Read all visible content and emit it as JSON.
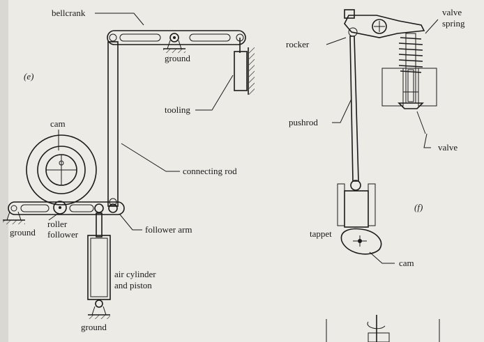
{
  "labels": {
    "bellcrank": "bellcrank",
    "ground_top": "ground",
    "e": "(e)",
    "tooling": "tooling",
    "cam_left": "cam",
    "connecting_rod": "connecting rod",
    "ground_left": "ground",
    "roller": "roller",
    "follower": "follower",
    "follower_arm": "follower arm",
    "air_cylinder": "air cylinder",
    "and_piston": "and piston",
    "ground_bottom": "ground",
    "rocker": "rocker",
    "valve_line1": "valve",
    "valve_line2": "spring",
    "pushrod": "pushrod",
    "valve": "valve",
    "f": "(f)",
    "tappet": "tappet",
    "cam_right": "cam"
  }
}
